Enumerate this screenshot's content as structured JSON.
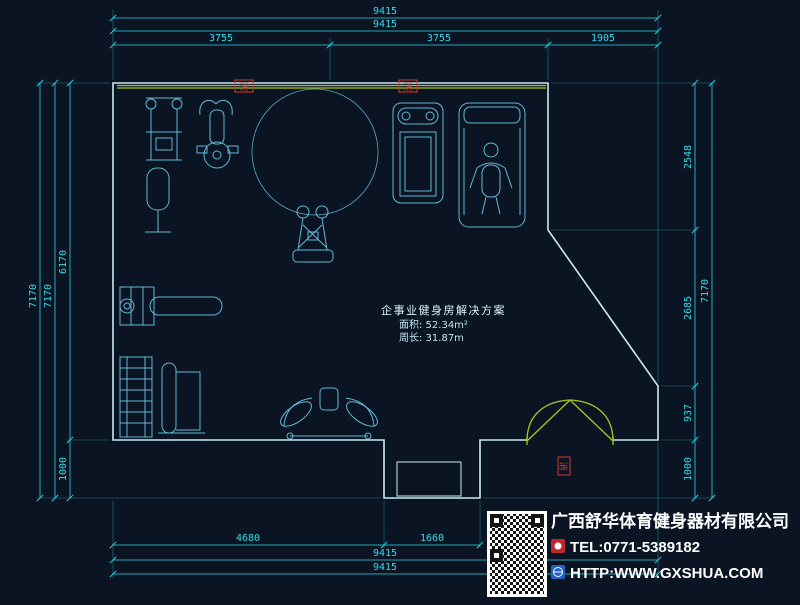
{
  "colors": {
    "background": "#0a1422",
    "dimension_lines": "#2fd3e6",
    "walls": "#c8ecf4",
    "equipment": "#63b9d6",
    "accent_green": "#a9c820",
    "accent_red": "#d8382c",
    "footer_text": "#ffffff"
  },
  "dimensions": {
    "top": [
      "9415",
      "9415",
      "3755",
      "3755",
      "1905"
    ],
    "left": [
      "7170",
      "7170",
      "6170",
      "1000"
    ],
    "right": [
      "2548",
      "2685",
      "937",
      "1000",
      "7170"
    ],
    "bottom": [
      "4680",
      "1660",
      "9415",
      "9415"
    ]
  },
  "plan": {
    "title": "企事业健身房解决方案",
    "area": "面积: 52.34m²",
    "perimeter": "周长: 31.87m",
    "fire_mark": "消"
  },
  "footer": {
    "company": "广西舒华体育健身器材有限公司",
    "tel": "TEL:0771-5389182",
    "url": "HTTP:WWW.GXSHUA.COM"
  }
}
